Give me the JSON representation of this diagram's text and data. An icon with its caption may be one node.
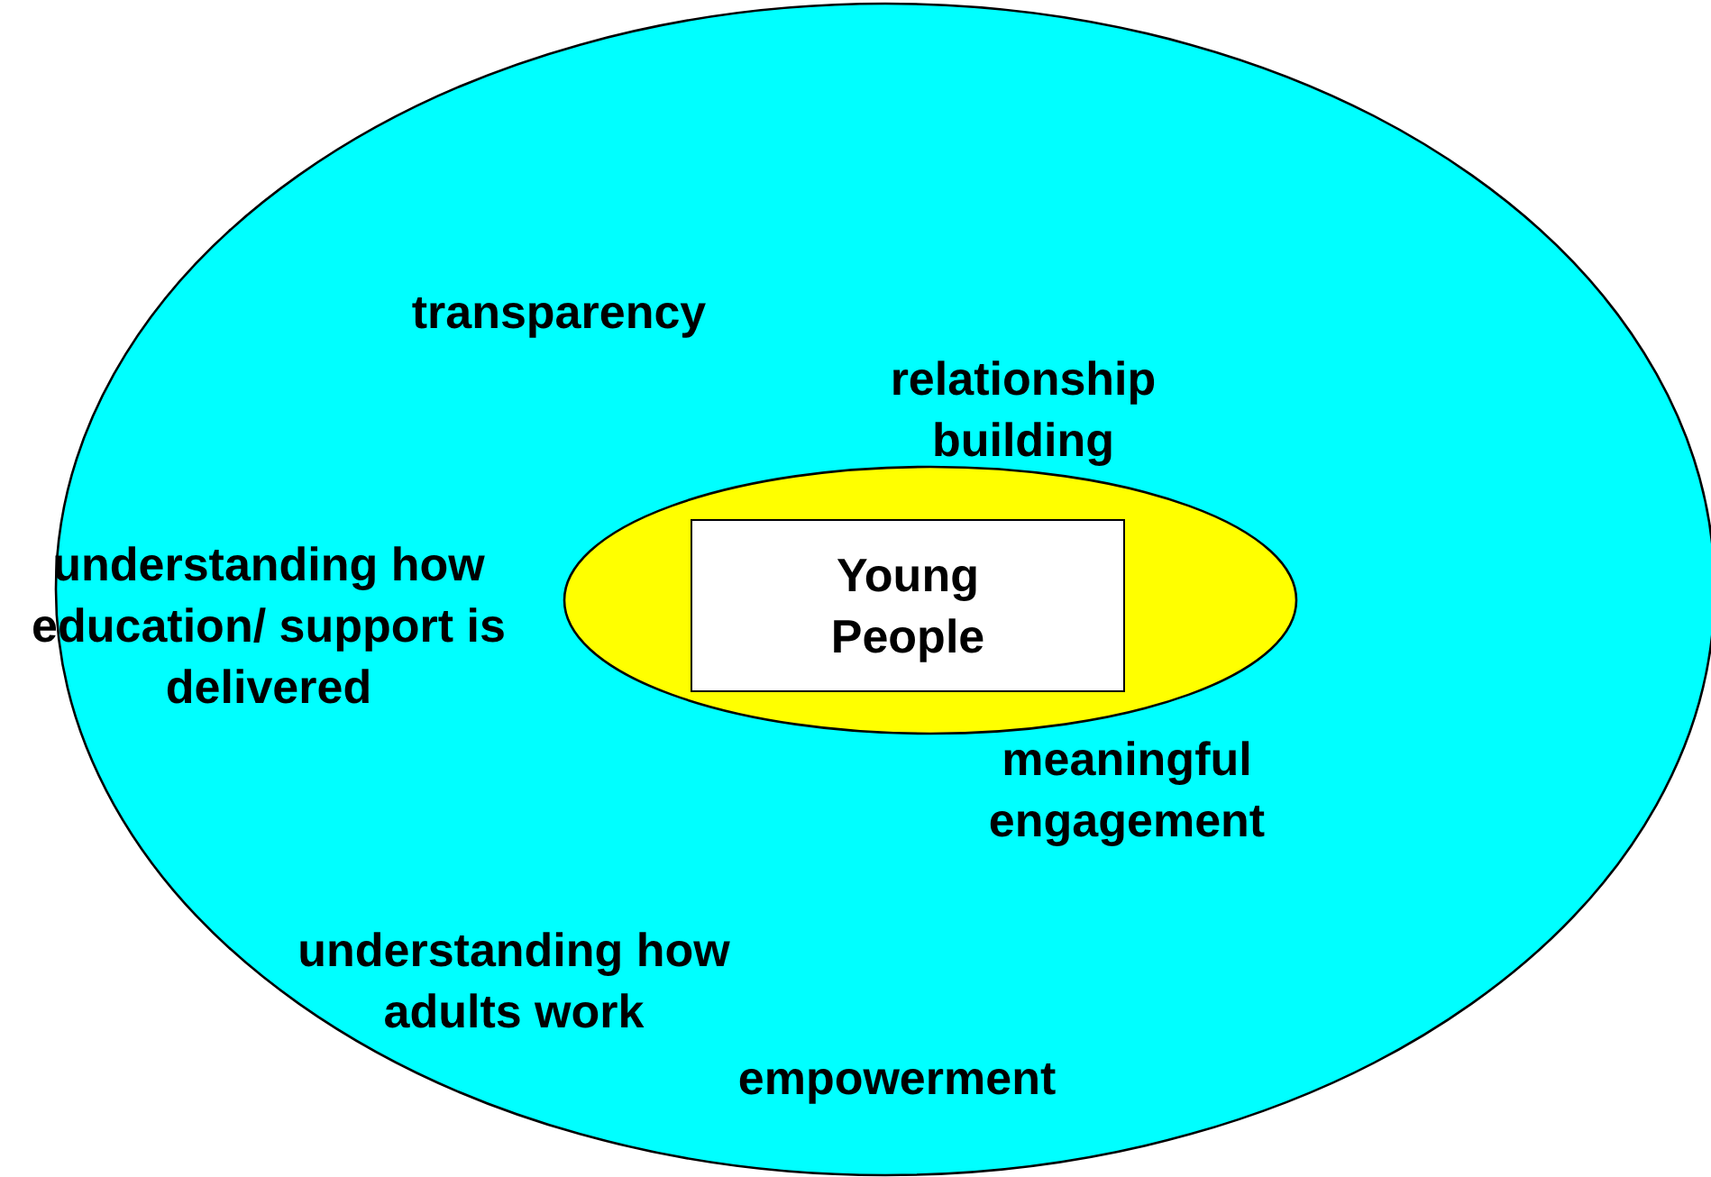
{
  "diagram": {
    "nodes": [
      {
        "text": [],
        "shape": "ellipse"
      },
      {
        "text": [],
        "shape": "ellipse",
        "in": 0
      },
      {
        "text": [
          "Young People"
        ],
        "in": 1
      }
    ],
    "labels": [
      "transparency",
      "relationship building",
      "understanding how education/ support is delivered",
      "meaningful engagement",
      "understanding how adults work",
      "empowerment"
    ]
  }
}
